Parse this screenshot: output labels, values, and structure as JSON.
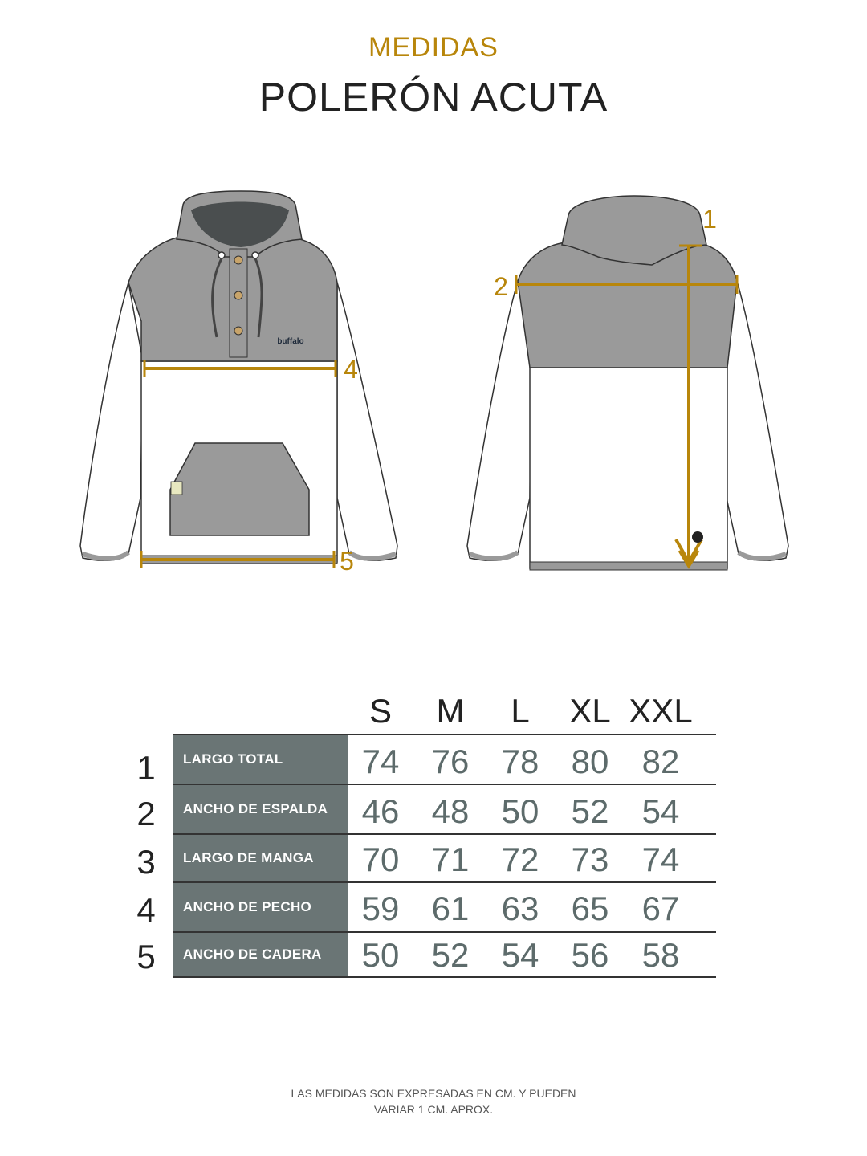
{
  "header": {
    "subtitle": "MEDIDAS",
    "title": "POLERÓN ACUTA"
  },
  "illustration": {
    "front_brand": "buffalo",
    "markers": {
      "m1": "1",
      "m2": "2",
      "m4": "4",
      "m5": "5"
    },
    "colors": {
      "measure": "#b8860b",
      "garment_grey": "#9a9a9a",
      "hood_inner": "#4a4e4f"
    }
  },
  "size_table": {
    "sizes": [
      "S",
      "M",
      "L",
      "XL",
      "XXL"
    ],
    "rows": [
      {
        "num": "1",
        "label": "LARGO TOTAL",
        "values": [
          "74",
          "76",
          "78",
          "80",
          "82"
        ]
      },
      {
        "num": "2",
        "label": "ANCHO DE ESPALDA",
        "values": [
          "46",
          "48",
          "50",
          "52",
          "54"
        ]
      },
      {
        "num": "3",
        "label": "LARGO DE MANGA",
        "values": [
          "70",
          "71",
          "72",
          "73",
          "74"
        ]
      },
      {
        "num": "4",
        "label": "ANCHO DE PECHO",
        "values": [
          "59",
          "61",
          "63",
          "65",
          "67"
        ]
      },
      {
        "num": "5",
        "label": "ANCHO DE CADERA",
        "values": [
          "50",
          "52",
          "54",
          "56",
          "58"
        ]
      }
    ],
    "label_bg": "#6a7575",
    "value_color": "#5d6b6b"
  },
  "footnote": {
    "line1": "LAS MEDIDAS SON EXPRESADAS EN CM. Y PUEDEN",
    "line2": "VARIAR 1 CM. APROX."
  }
}
